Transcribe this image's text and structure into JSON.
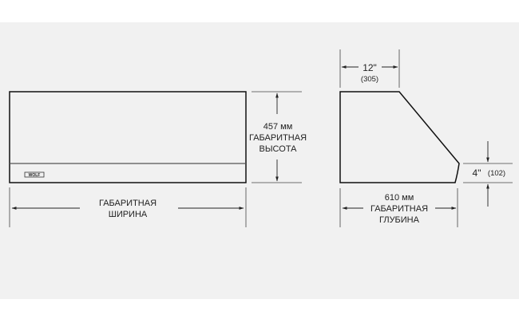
{
  "front_view": {
    "logo": "WOLF",
    "height_value": "457 мм",
    "height_label": "ГАБАРИТНАЯ",
    "height_label2": "ВЫСОТА",
    "width_label": "ГАБАРИТНАЯ",
    "width_label2": "ШИРИНА"
  },
  "side_view": {
    "top_in": "12\"",
    "top_mm": "(305)",
    "front_in": "4\"",
    "front_mm": "(102)",
    "depth_value": "610 мм",
    "depth_label": "ГАБАРИТНАЯ",
    "depth_label2": "ГЛУБИНА"
  }
}
